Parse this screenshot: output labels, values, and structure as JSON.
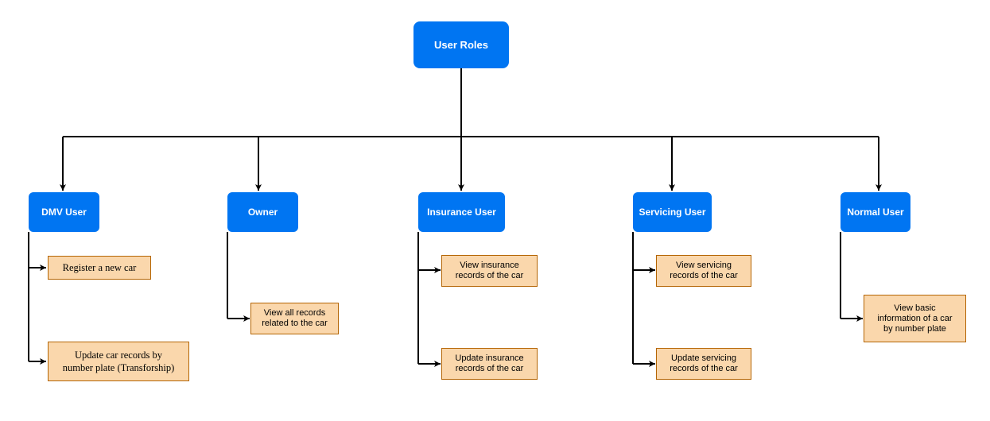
{
  "root": {
    "label": "User Roles"
  },
  "roles": [
    {
      "label": "DMV User",
      "tasks": [
        "Register a new car",
        "Update car records by\nnumber plate (Transforship)"
      ]
    },
    {
      "label": "Owner",
      "tasks": [
        "View all records\nrelated to the car"
      ]
    },
    {
      "label": "Insurance User",
      "tasks": [
        "View insurance\nrecords of the car",
        "Update insurance\nrecords of the car"
      ]
    },
    {
      "label": "Servicing User",
      "tasks": [
        "View servicing\nrecords of the car",
        "Update servicing\nrecords of the car"
      ]
    },
    {
      "label": "Normal User",
      "tasks": [
        "View basic\ninformation of a car\nby number plate"
      ]
    }
  ],
  "colors": {
    "role_fill": "#0075f2",
    "task_fill": "#fad7ac",
    "task_border": "#b46504",
    "connector": "#000000"
  }
}
